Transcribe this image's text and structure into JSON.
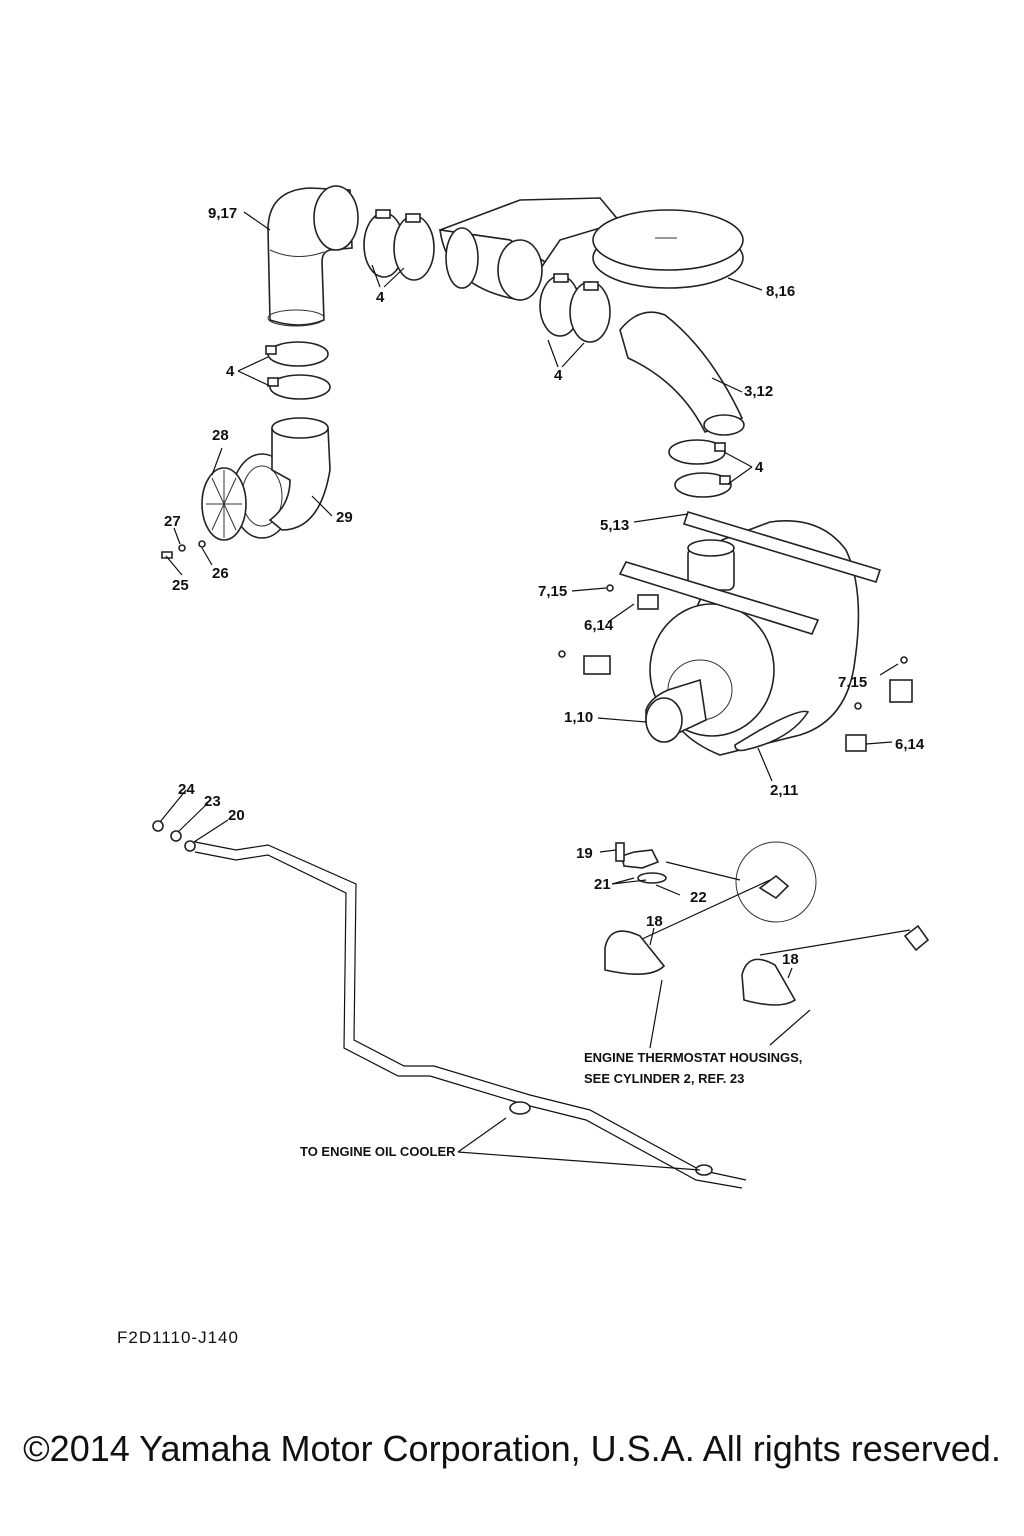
{
  "callouts": [
    {
      "id": "c-9-17",
      "text": "9,17"
    },
    {
      "id": "c-4a",
      "text": "4"
    },
    {
      "id": "c-8-16",
      "text": "8,16"
    },
    {
      "id": "c-4b",
      "text": "4"
    },
    {
      "id": "c-4c",
      "text": "4"
    },
    {
      "id": "c-3-12",
      "text": "3,12"
    },
    {
      "id": "c-28",
      "text": "28"
    },
    {
      "id": "c-4d",
      "text": "4"
    },
    {
      "id": "c-29",
      "text": "29"
    },
    {
      "id": "c-27",
      "text": "27"
    },
    {
      "id": "c-26",
      "text": "26"
    },
    {
      "id": "c-25",
      "text": "25"
    },
    {
      "id": "c-5-13",
      "text": "5,13"
    },
    {
      "id": "c-7-15a",
      "text": "7,15"
    },
    {
      "id": "c-6-14a",
      "text": "6,14"
    },
    {
      "id": "c-7-15b",
      "text": "7,15"
    },
    {
      "id": "c-1-10",
      "text": "1,10"
    },
    {
      "id": "c-6-14b",
      "text": "6,14"
    },
    {
      "id": "c-2-11",
      "text": "2,11"
    },
    {
      "id": "c-24",
      "text": "24"
    },
    {
      "id": "c-23",
      "text": "23"
    },
    {
      "id": "c-20",
      "text": "20"
    },
    {
      "id": "c-19",
      "text": "19"
    },
    {
      "id": "c-21",
      "text": "21"
    },
    {
      "id": "c-22",
      "text": "22"
    },
    {
      "id": "c-18a",
      "text": "18"
    },
    {
      "id": "c-18b",
      "text": "18"
    }
  ],
  "notes": {
    "thermostat_line1": "ENGINE THERMOSTAT HOUSINGS,",
    "thermostat_line2": "SEE CYLINDER 2, REF. 23",
    "oil_cooler": "TO ENGINE OIL COOLER"
  },
  "drawing_code": "F2D1110-J140",
  "copyright": "©2014 Yamaha Motor Corporation, U.S.A. All rights reserved."
}
